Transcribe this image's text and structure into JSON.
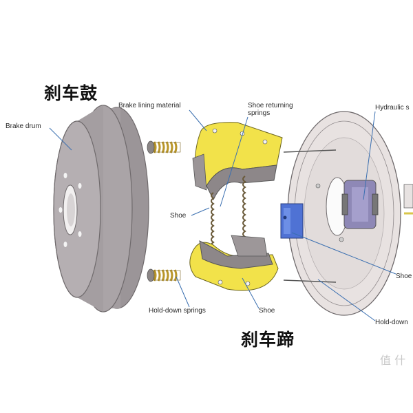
{
  "title_cn_drum": "刹车鼓",
  "title_cn_shoe": "刹车蹄",
  "labels": {
    "brake_drum": "Brake drum",
    "brake_lining": "Brake lining material",
    "shoe_returning": "Shoe returning\nsprings",
    "hydraulic": "Hydraulic s",
    "shoe_left": "Shoe",
    "shoe_bottom": "Shoe",
    "shoe_right": "Shoe",
    "hold_down_left": "Hold-down springs",
    "hold_down_right": "Hold-down"
  },
  "watermark": "值 什",
  "colors": {
    "drum": "#a7a1a4",
    "drum_dark": "#8f898c",
    "lining": "#f2e24a",
    "backplate": "#e6e0df",
    "cylinder": "#8e88b6",
    "adjuster": "#4f72d4",
    "spring": "#b9962a",
    "leader": "#3a6fb0"
  }
}
